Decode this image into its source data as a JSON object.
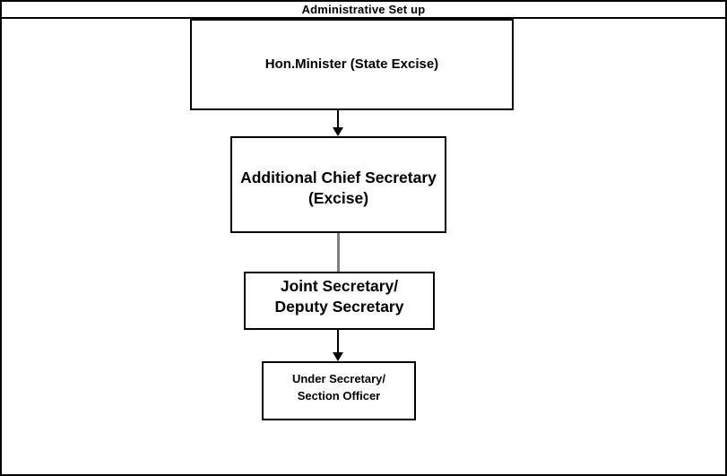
{
  "page": {
    "title": "Administrative Set up"
  },
  "colors": {
    "background": "#ffffff",
    "border": "#000000",
    "text": "#000000",
    "connector_black": "#000000",
    "connector_gray": "#808080"
  },
  "chart_data": {
    "type": "org-flowchart",
    "title": "Administrative Set up",
    "nodes": [
      {
        "id": "hon-minister",
        "level": 1,
        "lines": [
          "Hon.Minister (State Excise)"
        ]
      },
      {
        "id": "additional-chief-secretary",
        "level": 2,
        "lines": [
          "Additional Chief Secretary",
          "(Excise)"
        ]
      },
      {
        "id": "joint-deputy-secretary",
        "level": 3,
        "lines": [
          "Joint Secretary/",
          "Deputy Secretary"
        ]
      },
      {
        "id": "under-secretary-section-officer",
        "level": 4,
        "lines": [
          "Under Secretary/",
          "Section Officer"
        ]
      }
    ],
    "connectors": [
      {
        "from": "hon-minister",
        "to": "additional-chief-secretary",
        "style": "black-line-with-arrowhead"
      },
      {
        "from": "additional-chief-secretary",
        "to": "joint-deputy-secretary",
        "style": "gray-plain-line"
      },
      {
        "from": "joint-deputy-secretary",
        "to": "under-secretary-section-officer",
        "style": "black-line-with-arrowhead"
      }
    ]
  }
}
